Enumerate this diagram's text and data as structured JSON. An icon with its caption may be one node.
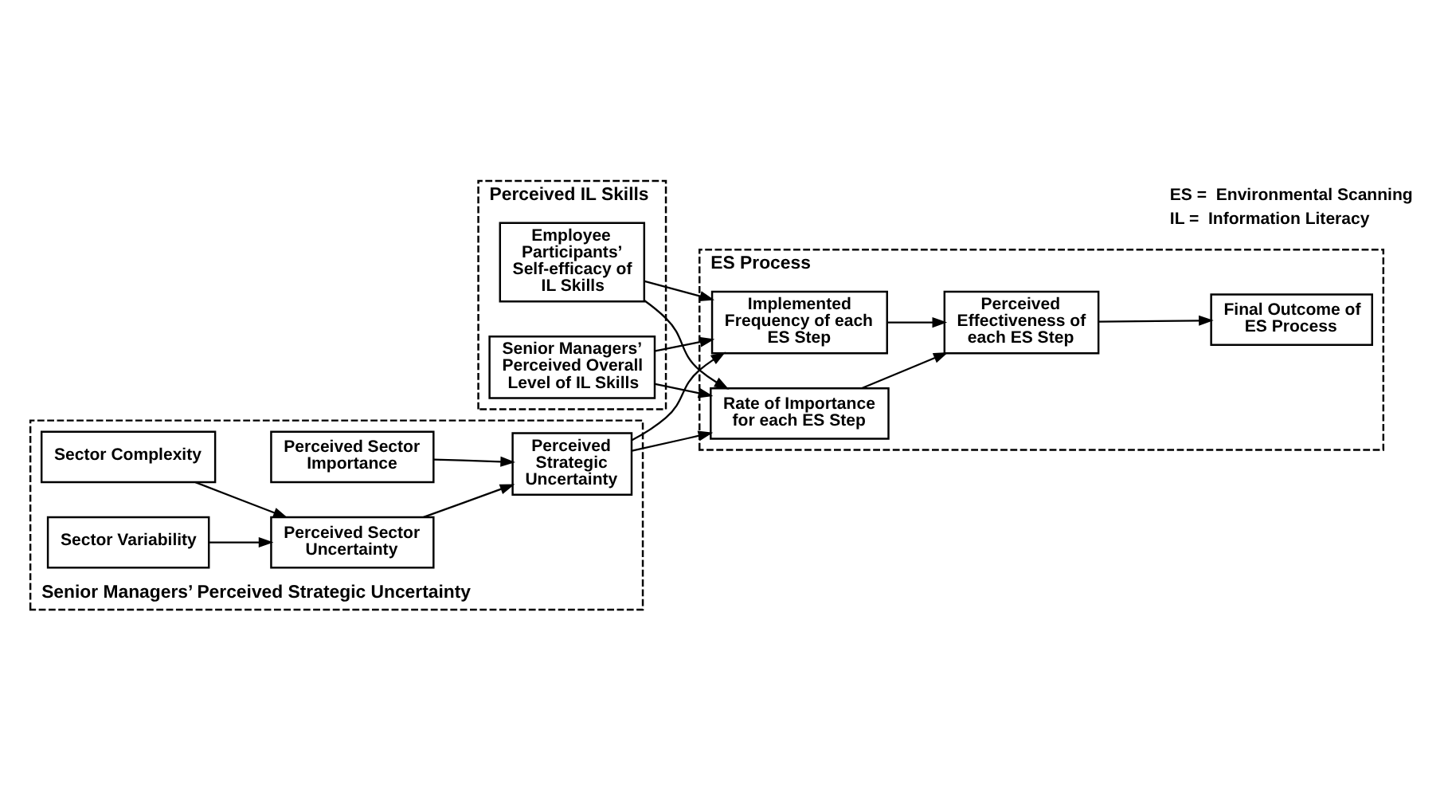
{
  "diagram": {
    "nodes": [
      {
        "text": [
          "Perceived IL Skills"
        ]
      },
      {
        "text": [
          "Employee Participants’ Self-efficacy of IL Skills"
        ],
        "in": 0
      },
      {
        "text": [
          "Senior Managers’ Perceived Overall Level of IL Skills"
        ],
        "in": 0
      },
      {
        "text": [
          "ES Process"
        ]
      },
      {
        "text": [
          "Implemented Frequency of each ES Step"
        ],
        "in": 3
      },
      {
        "text": [
          "Perceived Effectiveness of each ES Step"
        ],
        "in": 3
      },
      {
        "text": [
          "Final Outcome of ES Process"
        ],
        "in": 3
      },
      {
        "text": [
          "Rate of Importance for each ES Step"
        ],
        "in": 3
      },
      {
        "text": [
          "Senior Managers’ Perceived Strategic Uncertainty"
        ]
      },
      {
        "text": [
          "Perceived Sector Importance"
        ],
        "in": 8
      },
      {
        "text": [
          "Sector Complexity"
        ],
        "in": 8
      },
      {
        "text": [
          "Perceived Strategic Uncertainty"
        ],
        "in": 8
      },
      {
        "text": [
          "Perceived Sector Uncertainty"
        ],
        "in": 8
      },
      {
        "text": [
          "Sector Variability"
        ],
        "in": 8
      }
    ],
    "edges": [
      {
        "from": 1,
        "to": 4,
        "arrow": "to"
      },
      {
        "from": 1,
        "to": 7,
        "arrow": "to"
      },
      {
        "from": 2,
        "to": 4,
        "arrow": "to"
      },
      {
        "from": 2,
        "to": 7,
        "arrow": "to"
      },
      {
        "from": 11,
        "to": 4,
        "arrow": "to"
      },
      {
        "from": 11,
        "to": 7,
        "arrow": "to"
      },
      {
        "from": 4,
        "to": 5,
        "arrow": "to"
      },
      {
        "from": 7,
        "to": 5,
        "arrow": "to"
      },
      {
        "from": 5,
        "to": 6,
        "arrow": "to"
      },
      {
        "from": 9,
        "to": 11,
        "arrow": "to"
      },
      {
        "from": 12,
        "to": 11,
        "arrow": "to"
      },
      {
        "from": 10,
        "to": 12,
        "arrow": "to"
      },
      {
        "from": 13,
        "to": 12,
        "arrow": "to"
      }
    ],
    "labels": [
      "ES =  Environmental Scanning",
      "IL =  Information Literacy"
    ]
  }
}
